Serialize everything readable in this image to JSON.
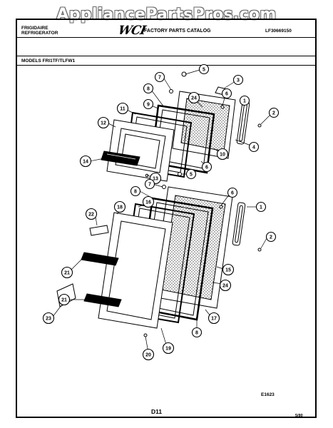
{
  "watermark": "AppliancePartsPros.com",
  "header": {
    "brand_line1": "FRIGIDAIRE",
    "brand_line2": "REFRIGERATOR",
    "logo": "WCI",
    "catalog_title": "FACTORY PARTS CATALOG",
    "part_number": "LF30669150",
    "models": "MODELS FRI1TF/TLFW1"
  },
  "callouts": [
    "1",
    "2",
    "3",
    "4",
    "5",
    "6",
    "7",
    "8",
    "9",
    "10",
    "11",
    "12",
    "13",
    "14",
    "15",
    "16",
    "17",
    "18",
    "19",
    "20",
    "21",
    "22",
    "23",
    "24"
  ],
  "footer": {
    "diagram_code": "E1623",
    "page": "D11",
    "date": "5/80"
  },
  "colors": {
    "ink": "#000000",
    "background": "#ffffff",
    "watermark_outline": "#6b6b6b"
  }
}
